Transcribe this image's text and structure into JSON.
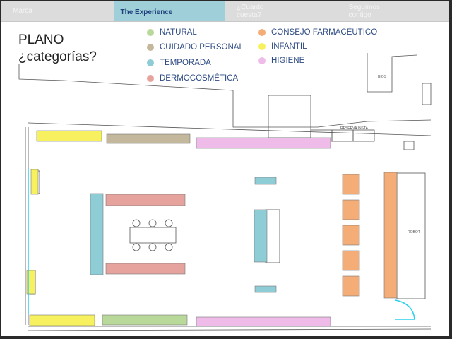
{
  "nav": {
    "tabs": [
      {
        "label": "Marca"
      },
      {
        "label": "The Experience",
        "active": true
      },
      {
        "label": "¿Cuanto cuesta?"
      },
      {
        "label": "Seguimos contigo"
      }
    ]
  },
  "title": {
    "line1": "PLANO",
    "line2": "¿categorías?"
  },
  "legend": [
    {
      "label": "NATURAL",
      "color": "#b9d99b"
    },
    {
      "label": "CUIDADO PERSONAL",
      "color": "#c3b89b"
    },
    {
      "label": "TEMPORADA",
      "color": "#8fcdd6"
    },
    {
      "label": "DERMOCOSMÉTICA",
      "color": "#e6a39d"
    },
    {
      "label": "CONSEJO FARMACÉUTICO",
      "color": "#f5ad78"
    },
    {
      "label": "INFANTIL",
      "color": "#f7f15f"
    },
    {
      "label": "HIGIENE",
      "color": "#efbce9"
    }
  ],
  "plan": {
    "room_bios": "BIOS",
    "reserva": "RESERVA INSTA",
    "robot": "ROBOT"
  }
}
